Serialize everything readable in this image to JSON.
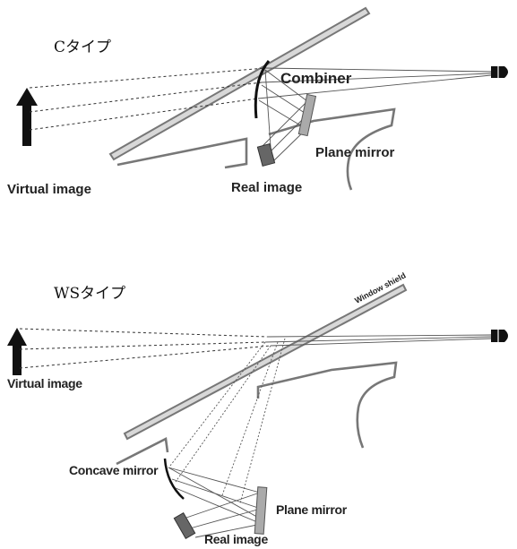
{
  "diagrams": [
    {
      "title": "Cタイプ",
      "labels": {
        "combiner": "Combiner",
        "plane_mirror": "Plane mirror",
        "virtual_image": "Virtual image",
        "real_image": "Real image"
      }
    },
    {
      "title": "WSタイプ",
      "labels": {
        "window_shield": "Window shield",
        "virtual_image": "Virtual image",
        "concave_mirror": "Concave mirror",
        "plane_mirror": "Plane mirror",
        "real_image": "Real image"
      }
    }
  ]
}
